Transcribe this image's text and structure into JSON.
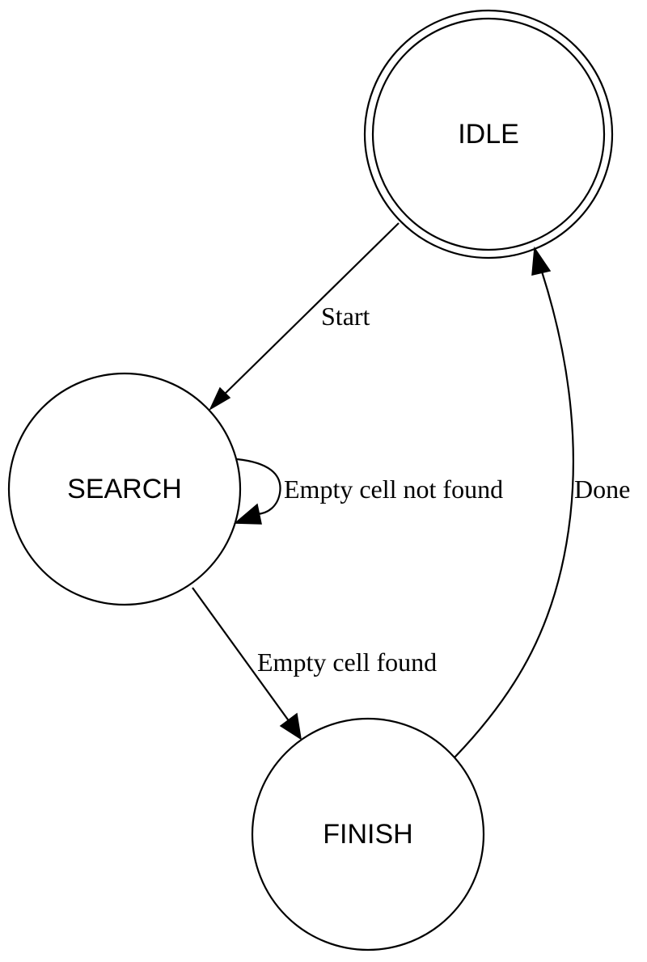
{
  "states": {
    "idle": {
      "label": "IDLE",
      "accepting": true
    },
    "search": {
      "label": "SEARCH",
      "accepting": false
    },
    "finish": {
      "label": "FINISH",
      "accepting": false
    }
  },
  "transitions": {
    "start": {
      "from": "IDLE",
      "to": "SEARCH",
      "label": "Start"
    },
    "not_found": {
      "from": "SEARCH",
      "to": "SEARCH",
      "label": "Empty cell not found"
    },
    "found": {
      "from": "SEARCH",
      "to": "FINISH",
      "label": "Empty cell found"
    },
    "done": {
      "from": "FINISH",
      "to": "IDLE",
      "label": "Done"
    }
  },
  "colors": {
    "stroke": "#000000",
    "background": "#ffffff"
  }
}
